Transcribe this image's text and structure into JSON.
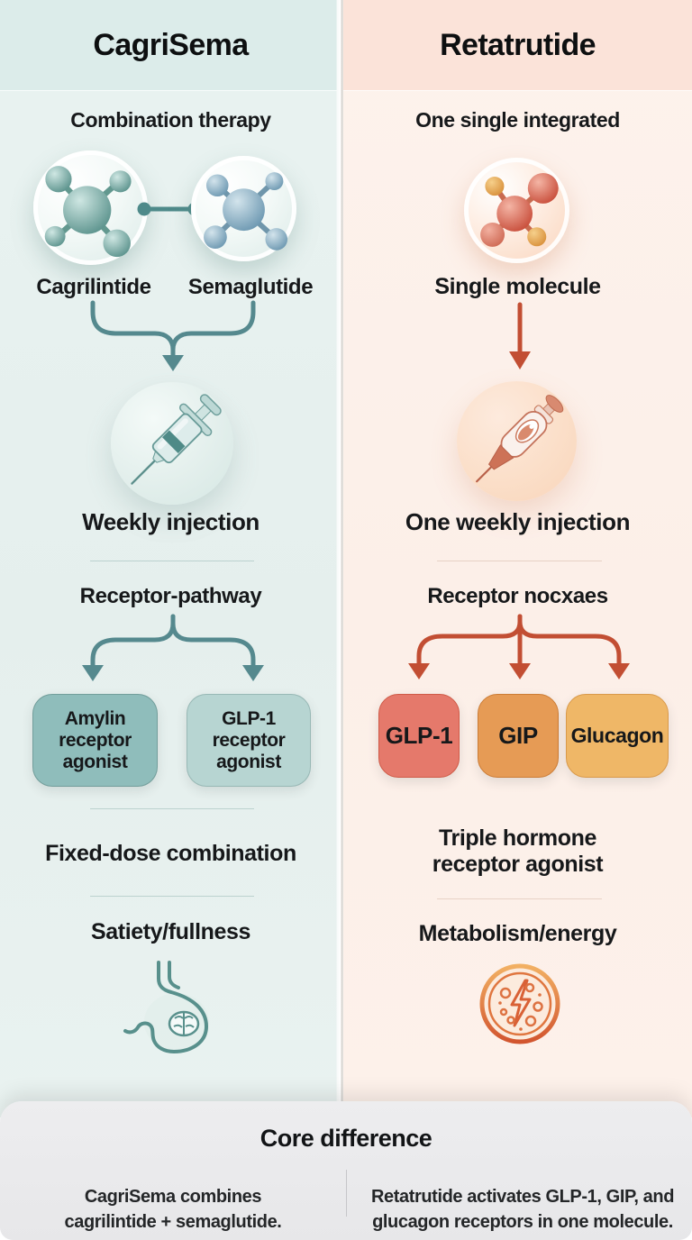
{
  "left": {
    "title": "CagriSema",
    "subtitle": "Combination therapy",
    "molecule1_label": "Cagrilintide",
    "molecule2_label": "Semaglutide",
    "injection_label": "Weekly injection",
    "pathway_title": "Receptor-pathway",
    "receptor_boxes": [
      {
        "label": "Amylin\nreceptor\nagonist",
        "color": "#8fbdbb"
      },
      {
        "label": "GLP-1\nreceptor\nagonist",
        "color": "#b7d5d2"
      }
    ],
    "dose_label": "Fixed-dose combination",
    "effect_label": "Satiety/fullness",
    "accent_color": "#55898e",
    "header_bg": "#dcecea",
    "body_bg": "#e8f2f0"
  },
  "right": {
    "title": "Retatrutide",
    "subtitle": "One single integrated",
    "molecule_label": "Single molecule",
    "injection_label": "One weekly injection",
    "pathway_title": "Receptor nocxaes",
    "receptor_boxes": [
      {
        "label": "GLP-1",
        "color": "#e5796b"
      },
      {
        "label": "GIP",
        "color": "#e69b55"
      },
      {
        "label": "Glucagon",
        "color": "#efb767"
      }
    ],
    "dose_label": "Triple hormone\nreceptor agonist",
    "effect_label": "Metabolism/energy",
    "accent_color": "#c24e33",
    "header_bg": "#fbe3d9",
    "body_bg": "#fdf1ea"
  },
  "footer": {
    "title": "Core difference",
    "left_text": "CagriSema combines\ncagrilintide + semaglutide.",
    "right_text": "Retatrutide activates GLP-1, GIP, and\nglucagon receptors in one molecule."
  },
  "icons": {
    "dual-molecule": "two sphere-cluster molecules joined by a bond",
    "single-molecule": "one red-gold sphere-cluster molecule",
    "syringe": "teal syringe tilted 45 degrees",
    "injection-pen": "coral injection pen tilted 45 degrees",
    "stomach-brain": "stomach outline with small brain inside",
    "energy-cell": "cell circle with lightning bolt and bubbles",
    "converge-arrow": "two lines merging into one down arrow",
    "branch-arrows": "one line splitting into down arrows"
  }
}
